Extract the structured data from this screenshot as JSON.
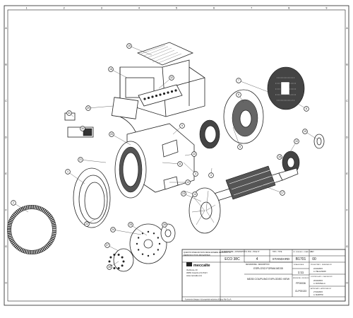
{
  "frame": {
    "top_numbers": [
      "1",
      "2",
      "3",
      "4",
      "5",
      "6",
      "7",
      "8",
      "9"
    ],
    "side_letters": [
      "A",
      "B",
      "C",
      "D",
      "E",
      "F",
      "G",
      "H"
    ]
  },
  "callouts": [
    "1",
    "2",
    "3",
    "4",
    "5",
    "6",
    "7",
    "8",
    "9",
    "10",
    "11",
    "12",
    "13",
    "14",
    "15",
    "16",
    "17",
    "18",
    "19",
    "20",
    "21",
    "22",
    "23",
    "24",
    "25",
    "26",
    "27",
    "28",
    "29",
    "30",
    "31",
    "32"
  ],
  "title_block": {
    "disclaimer_it": "QUESTO DISEGNO NON DEVE ESSERE RIPRODOTTO",
    "disclaimer_en": "REPRODUCTION PROHIBITED",
    "company": "meccalte",
    "address_lines": [
      "Via Roma, 20",
      "36051 Creazzo (VI) ITALY",
      "www.meccalte.com"
    ],
    "hdr_alternator": "ALTERNATORE - ALTERNATOR",
    "alternator": "ECO 38C",
    "hdr_poles": "N. POLI - POLE N°",
    "poles": "4",
    "hdr_type": "TIPO - TYPE",
    "type": "STANDARD",
    "hdr_drawing": "CD. DISEGNO - DRAW. CD.",
    "drawing_no": "B1701",
    "hdr_rev": "REV",
    "rev": "00",
    "hdr_description": "DESCRIZIONE - DESCRIPTION",
    "description_it": "ESPLOSO FORMA MD35",
    "description_en": "MD35 COUPLING EXPLODED VIEW",
    "hdr_scale": "SCALA-SCALE",
    "scale": "1:11",
    "hdr_revision": "REVISIONE - REVISION",
    "revision": "FP00036",
    "revision2": "CLP00133",
    "hdr_designed": "PROGETTATO - DESIGNED BY",
    "designed_date": "22/10/2015",
    "designed_name": "A. PELLIZZARI",
    "hdr_checked": "CONTROLLATO - CHECKED BY",
    "checked_date": "26/10/2015",
    "checked_name": "A. ROSTELLA",
    "hdr_approved": "APPROVATO - APPROVED BY",
    "approved_date": "27/10/2015",
    "approved_name": "A. MARTINI",
    "footer": "Il presente disegno è di proprietà esclusiva di Mecc Alte S.p.A."
  }
}
